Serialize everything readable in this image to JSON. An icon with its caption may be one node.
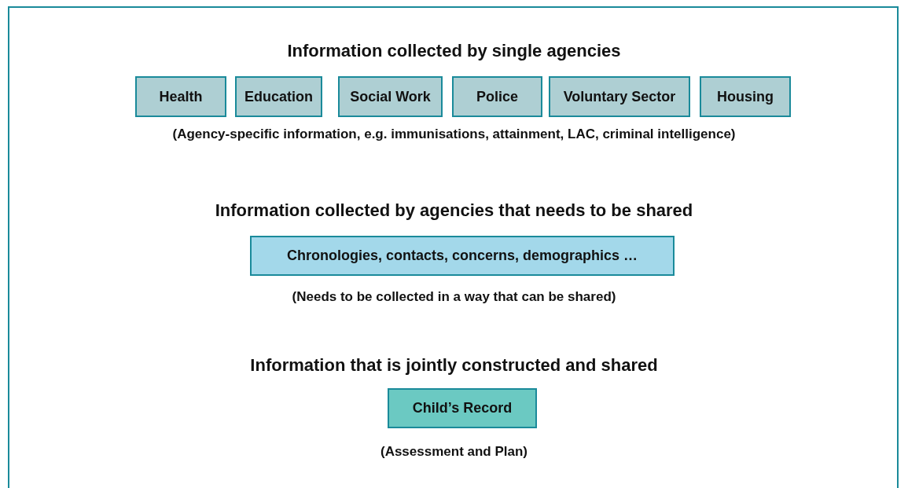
{
  "diagram": {
    "nodes": [
      {
        "text": [
          "Health"
        ]
      },
      {
        "text": [
          "Education"
        ]
      },
      {
        "text": [
          "Social Work"
        ]
      },
      {
        "text": [
          "Police"
        ]
      },
      {
        "text": [
          "Voluntary Sector"
        ]
      },
      {
        "text": [
          "Housing"
        ]
      },
      {
        "text": [
          "Chronologies, contacts, concerns, demographics …"
        ]
      },
      {
        "text": [
          "Child’s Record"
        ]
      }
    ],
    "edges": [],
    "labels": [
      "Information collected by single agencies",
      "(Agency-specific information, e.g. immunisations, attainment, LAC, criminal intelligence)",
      "Information collected by agencies that needs to be shared",
      "(Needs to be collected in a way that can be shared)",
      "Information that is jointly constructed and shared",
      "(Assessment and Plan)"
    ]
  }
}
